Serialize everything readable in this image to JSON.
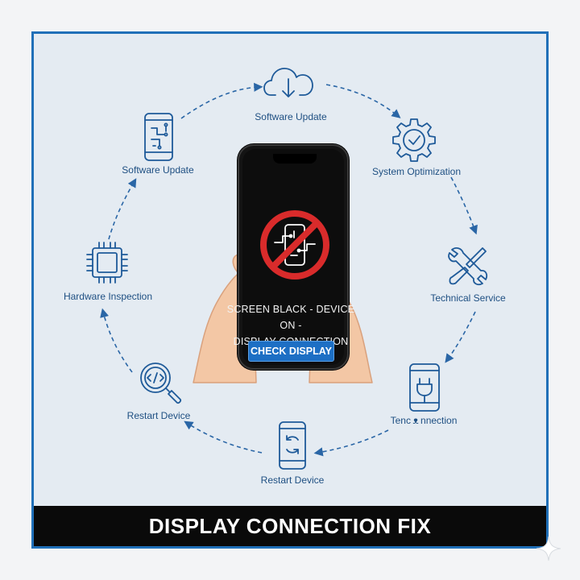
{
  "colors": {
    "frame_border": "#1f6fb8",
    "panel_bg": "#e4ebf2",
    "icon_stroke": "#1e5a99",
    "label_text": "#1e4f82",
    "button_bg": "#1d6fc4",
    "banner_bg": "#0a0a0a",
    "no_sign": "#d92b2b",
    "skin": "#f3c7a5"
  },
  "cycle": [
    {
      "label": "Software Update",
      "icon": "cloud-download-icon"
    },
    {
      "label": "System Optimization",
      "icon": "gear-check-icon"
    },
    {
      "label": "Technical Service",
      "icon": "wrench-screwdriver-icon"
    },
    {
      "label": "Tenc ᴥ nnection",
      "icon": "phone-plug-icon"
    },
    {
      "label": "Restart Device",
      "icon": "phone-refresh-icon"
    },
    {
      "label": "Restart Device",
      "icon": "magnifier-code-icon"
    },
    {
      "label": "Hardware Inspection",
      "icon": "chip-icon"
    },
    {
      "label": "Software Update",
      "icon": "phone-circuit-icon"
    }
  ],
  "center": {
    "icon": "no-connection-icon",
    "message_line1": "SCREEN BLACK - DEVICE ON -",
    "message_line2": "DISPLAY CONNECTION ISSUE",
    "button_label": "CHECK DISPLAY"
  },
  "banner": {
    "title": "DISPLAY CONNECTION FIX"
  }
}
